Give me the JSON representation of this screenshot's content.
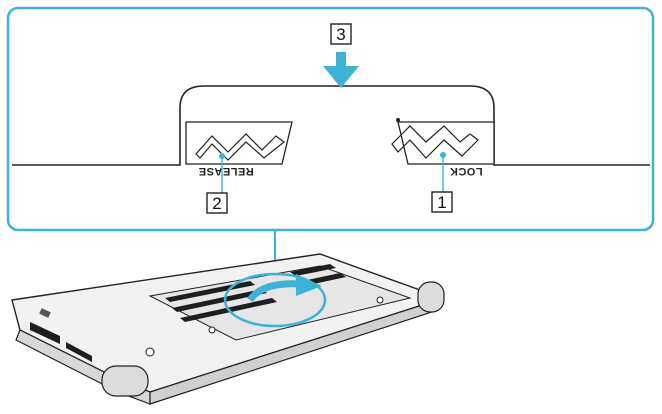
{
  "figure": {
    "callouts": [
      "1",
      "2",
      "3"
    ],
    "latch_labels": {
      "lock": "LOCK",
      "release": "RELEASE"
    },
    "colors": {
      "frame": "#3bb3d9",
      "line": "#222222",
      "highlight": "#3bb3d9",
      "laptop_fill": "#e9e9e9",
      "laptop_dark": "#1e1e1e"
    },
    "icons": {
      "arrow": "down-arrow-icon",
      "rotate": "curved-rotate-arrow-icon"
    }
  }
}
